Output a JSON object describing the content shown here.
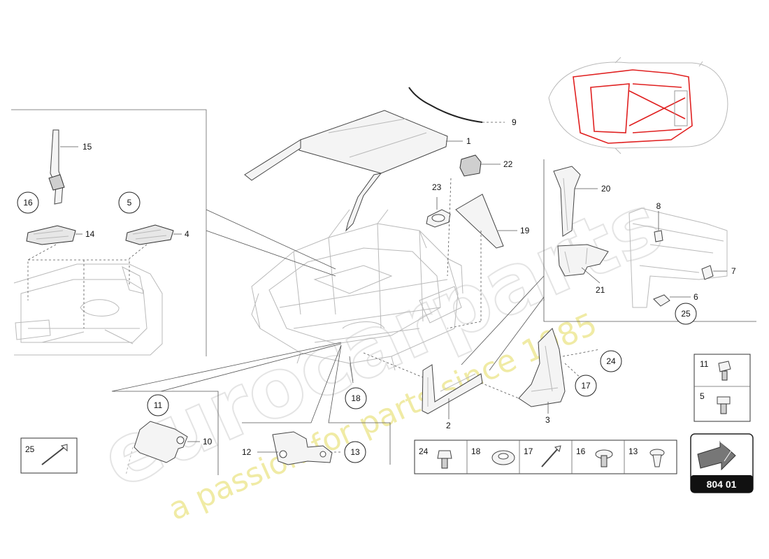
{
  "watermark": {
    "brand": "eurocarparts",
    "slogan": "a passion for parts since 1985"
  },
  "callouts": {
    "c1": "1",
    "c2": "2",
    "c3": "3",
    "c4": "4",
    "c5": "5",
    "c6": "6",
    "c7": "7",
    "c8": "8",
    "c9": "9",
    "c10": "10",
    "c12": "12",
    "c14": "14",
    "c15": "15",
    "c19": "19",
    "c20": "20",
    "c21": "21",
    "c22": "22",
    "c23": "23"
  },
  "circled": {
    "c16": "16",
    "c5": "5",
    "c11": "11",
    "c13": "13",
    "c18": "18",
    "c17": "17",
    "c24": "24",
    "c25": "25"
  },
  "legend_bottom": [
    "24",
    "18",
    "17",
    "16",
    "13"
  ],
  "legend_right": [
    "11",
    "5"
  ],
  "legend_left": "25",
  "page_ref": "804 01"
}
